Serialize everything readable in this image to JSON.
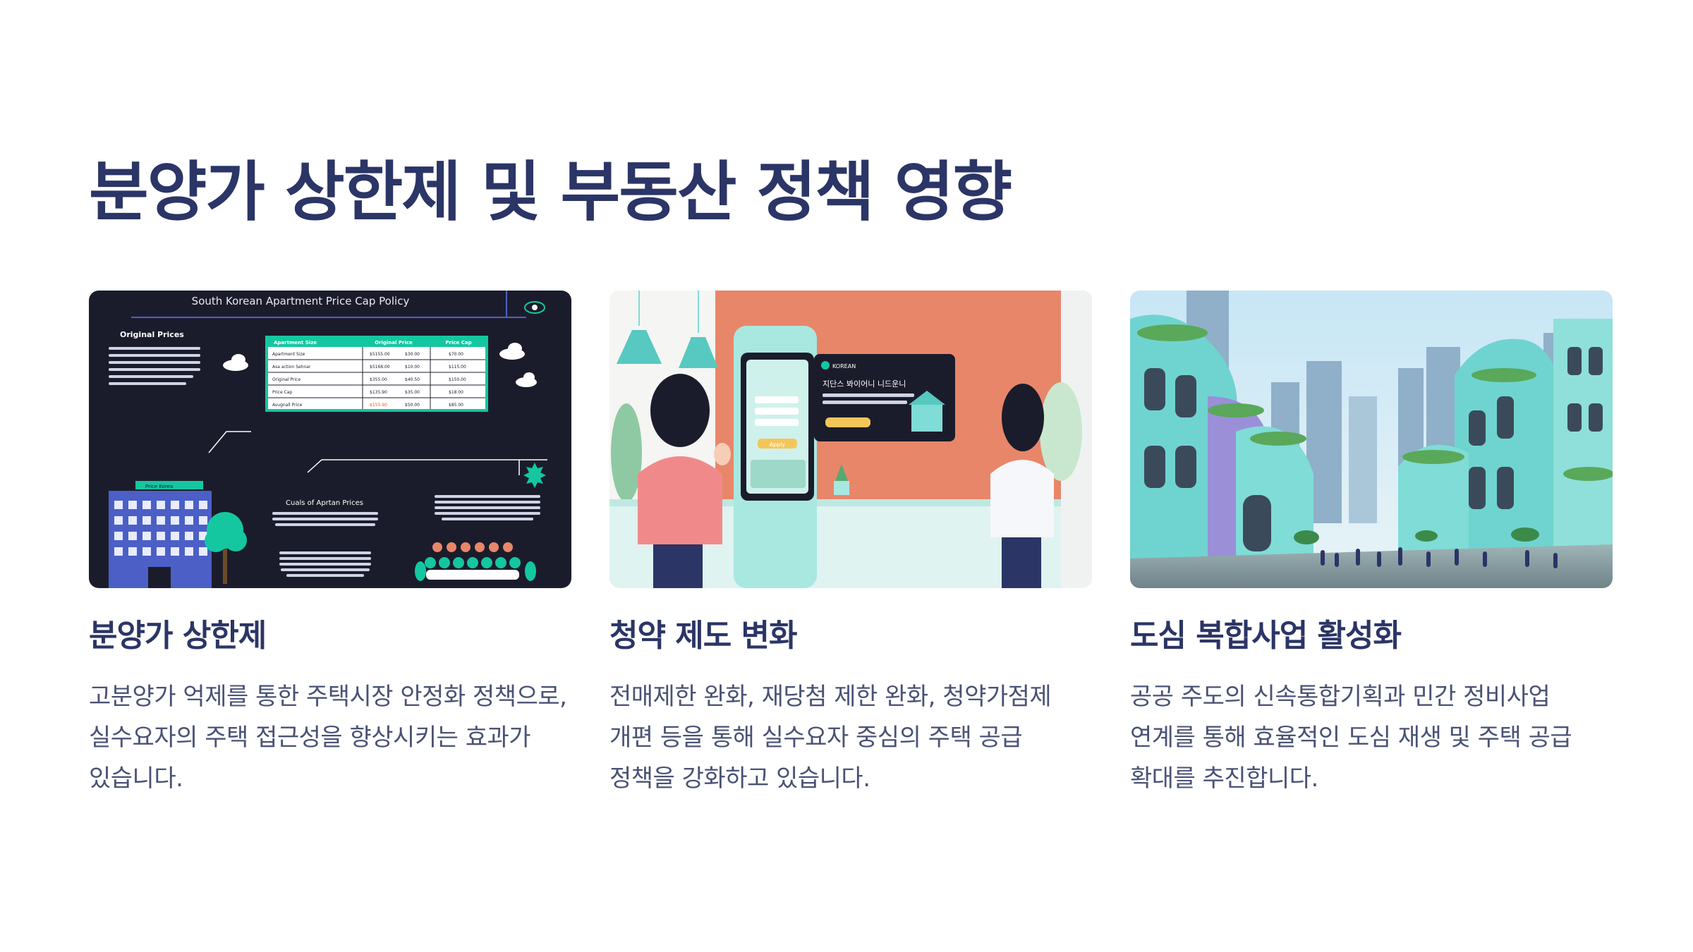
{
  "page": {
    "title": "분양가 상한제 및 부동산 정책 영향"
  },
  "cards": [
    {
      "title": "분양가 상한제",
      "description": "고분양가 억제를 통한 주택시장 안정화 정책으로, 실수요자의 주택 접근성을 향상시키는 효과가 있습니다.",
      "image": {
        "heading": "South Korean Apartment Price Cap Policy",
        "original_prices_label": "Original Prices",
        "table_headers": [
          "Apartment Size",
          "Original Price",
          "Price Cap"
        ],
        "table_rows": [
          [
            "Apartment Size",
            "$5155.00",
            "$30.00",
            "$70.00"
          ],
          [
            "Asa action Sehnar",
            "$5168.00",
            "$10.00",
            "$115.00"
          ],
          [
            "Original Price",
            "$355.00",
            "$40.50",
            "$150.00"
          ],
          [
            "Price Cap",
            "$135.90",
            "$35.00",
            "$18.00"
          ],
          [
            "Avugnall Price",
            "$155.90",
            "$50.00",
            "$85.00"
          ]
        ],
        "building_sign": "Price Korea",
        "lower_label": "Cuals of Aprtan Prices"
      }
    },
    {
      "title": "청약 제도 변화",
      "description": "전매제한 완화, 재당첨 제한 완화, 청약가점제 개편 등을 통해 실수요자 중심의 주택 공급 정책을 강화하고 있습니다.",
      "image": {
        "screen_brand": "KOREAN",
        "screen_heading": "지단스 봐이어니 니드운니",
        "screen_button": "Apply"
      }
    },
    {
      "title": "도심 복합사업 활성화",
      "description": "공공 주도의 신속통합기획과 민간 정비사업 연계를 통해 효율적인 도심 재생 및 주택 공급 확대를 추진합니다.",
      "image": {}
    }
  ],
  "colors": {
    "title": "#2b3566",
    "body_text": "#4a5275",
    "infographic_bg": "#1b1c2b",
    "teal": "#14c7a0",
    "salmon": "#e8866a",
    "mint": "#7fdcd6"
  }
}
